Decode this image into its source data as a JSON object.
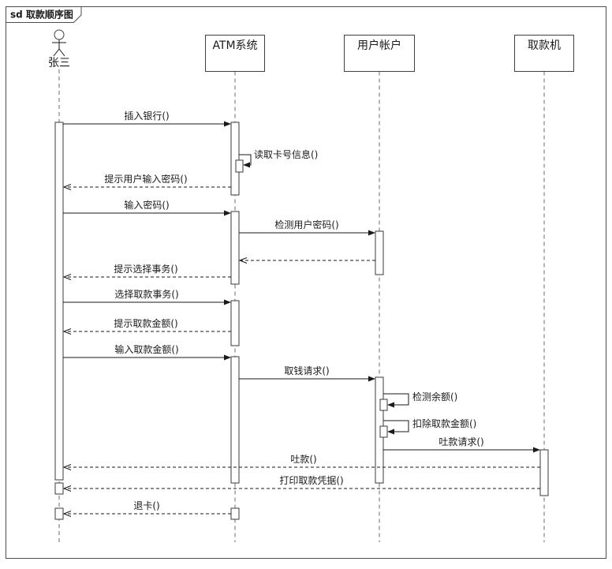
{
  "frame": {
    "label": "sd 取款顺序图"
  },
  "lifelines": [
    {
      "name": "张三",
      "type": "actor"
    },
    {
      "name": "ATM系统",
      "type": "object"
    },
    {
      "name": "用户帐户",
      "type": "object"
    },
    {
      "name": "取款机",
      "type": "object"
    }
  ],
  "messages": [
    {
      "label": "插入银行()",
      "from": "张三",
      "to": "ATM系统",
      "kind": "sync"
    },
    {
      "label": "读取卡号信息()",
      "from": "ATM系统",
      "to": "ATM系统",
      "kind": "self"
    },
    {
      "label": "提示用户输入密码()",
      "from": "ATM系统",
      "to": "张三",
      "kind": "return"
    },
    {
      "label": "输入密码()",
      "from": "张三",
      "to": "ATM系统",
      "kind": "sync"
    },
    {
      "label": "检测用户密码()",
      "from": "ATM系统",
      "to": "用户帐户",
      "kind": "sync"
    },
    {
      "label": "",
      "from": "用户帐户",
      "to": "ATM系统",
      "kind": "return"
    },
    {
      "label": "提示选择事务()",
      "from": "ATM系统",
      "to": "张三",
      "kind": "return"
    },
    {
      "label": "选择取款事务()",
      "from": "张三",
      "to": "ATM系统",
      "kind": "sync"
    },
    {
      "label": "提示取款金额()",
      "from": "ATM系统",
      "to": "张三",
      "kind": "return"
    },
    {
      "label": "输入取款金额()",
      "from": "张三",
      "to": "ATM系统",
      "kind": "sync"
    },
    {
      "label": "取钱请求()",
      "from": "ATM系统",
      "to": "用户帐户",
      "kind": "sync"
    },
    {
      "label": "检测余额()",
      "from": "用户帐户",
      "to": "用户帐户",
      "kind": "self"
    },
    {
      "label": "扣除取款金额()",
      "from": "用户帐户",
      "to": "用户帐户",
      "kind": "self"
    },
    {
      "label": "吐款请求()",
      "from": "用户帐户",
      "to": "取款机",
      "kind": "sync"
    },
    {
      "label": "吐款()",
      "from": "取款机",
      "to": "张三",
      "kind": "return"
    },
    {
      "label": "打印取款凭据()",
      "from": "取款机",
      "to": "张三",
      "kind": "return"
    },
    {
      "label": "退卡()",
      "from": "ATM系统",
      "to": "张三",
      "kind": "return"
    }
  ]
}
